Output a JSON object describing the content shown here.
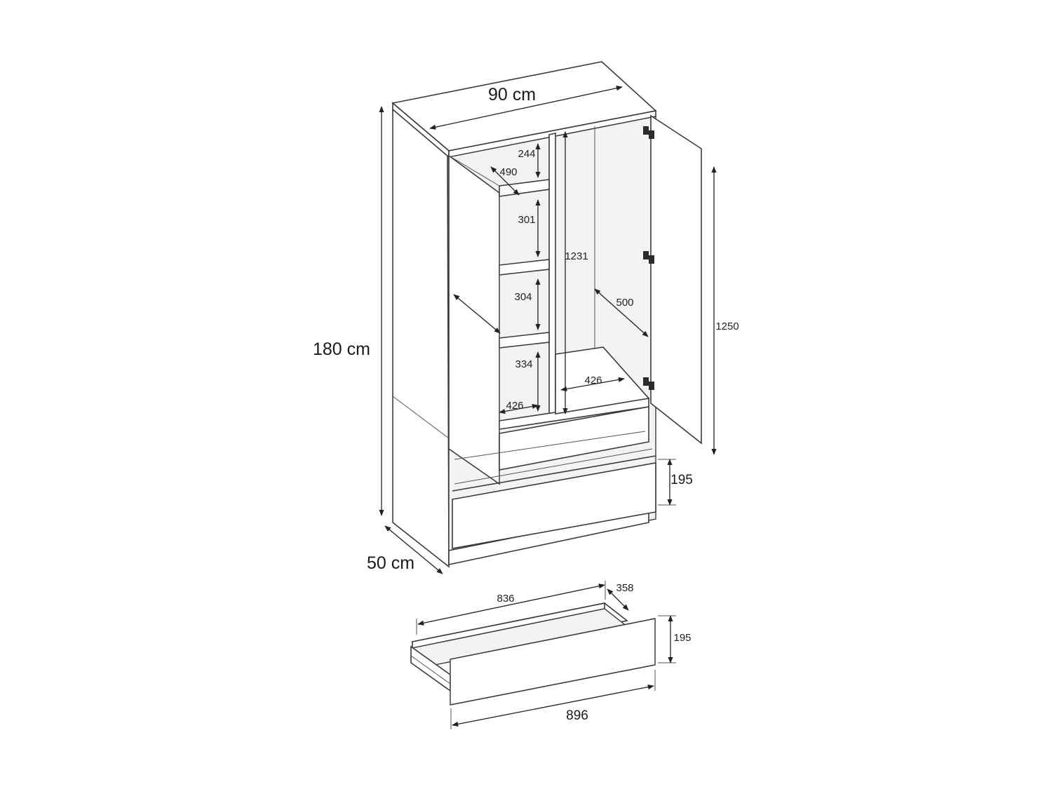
{
  "overall": {
    "width": "90 cm",
    "height": "180 cm",
    "depth": "50 cm"
  },
  "left_compartment": {
    "top_gap": "244",
    "shelf_depth": "490",
    "shelf_gap_1": "301",
    "shelf_gap_2": "304",
    "shelf_gap_3": "334",
    "inner_width": "426"
  },
  "right_compartment": {
    "inner_height": "1231",
    "inner_depth": "500",
    "inner_width": "426"
  },
  "door": {
    "height": "1250"
  },
  "drawer_front_height": "195",
  "drawer_detail": {
    "inner_length": "836",
    "depth": "358",
    "height": "195",
    "front_width": "896"
  }
}
